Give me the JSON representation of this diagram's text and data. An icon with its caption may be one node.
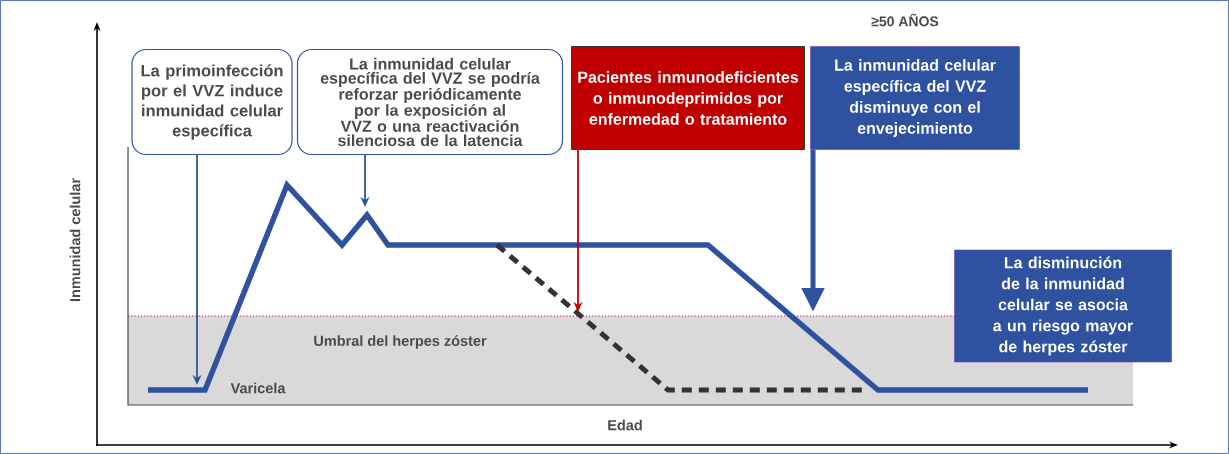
{
  "diagram": {
    "title": "≥50 AÑOS",
    "nodes": [
      {
        "text": [
          "La primoinfección por el VVZ induce inmunidad celular específica"
        ]
      },
      {
        "text": [
          "La inmunidad celular específica del VVZ se podría reforzar periódicamente por la exposición al VVZ o una reactivación silenciosa de la latencia"
        ]
      },
      {
        "text": [
          "Pacientes inmunodeficientes o inmunodeprimidos por enfermedad o tratamiento"
        ]
      },
      {
        "text": [
          "La inmunidad celular específica del VVZ disminuye con el envejecimiento"
        ]
      },
      {
        "text": [
          "La disminución de la inmunidad celular se asocia a un riesgo mayor de herpes zóster"
        ]
      }
    ],
    "edges": [
      {
        "from": 0,
        "to": null,
        "arrow": "to"
      },
      {
        "from": 1,
        "to": null,
        "arrow": "to"
      },
      {
        "from": 2,
        "to": null,
        "arrow": "to",
        "color": "#c00000"
      },
      {
        "from": 3,
        "to": null,
        "arrow": "to",
        "style": "thick"
      }
    ],
    "labels": [
      "Inmunidad celular",
      "Edad",
      "Umbral del herpes zóster",
      "Varicela"
    ]
  }
}
